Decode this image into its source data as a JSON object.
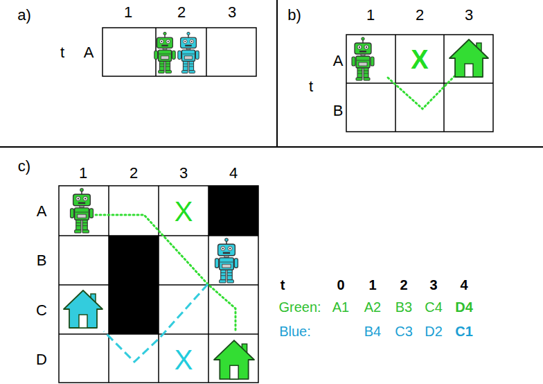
{
  "diagram": {
    "labels": [
      "a)",
      "1",
      "2",
      "3",
      "t",
      "A",
      "b)",
      "1",
      "2",
      "3",
      "A",
      "X",
      "t",
      "B",
      "c)",
      "1",
      "2",
      "3",
      "4",
      "A",
      "X",
      "B",
      "C",
      "D",
      "X",
      "t",
      "0",
      "1",
      "2",
      "3",
      "4",
      "Green:",
      "A1",
      "A2",
      "B3",
      "C4",
      "D4",
      "Blue:",
      "B4",
      "C3",
      "D2",
      "C1"
    ]
  }
}
